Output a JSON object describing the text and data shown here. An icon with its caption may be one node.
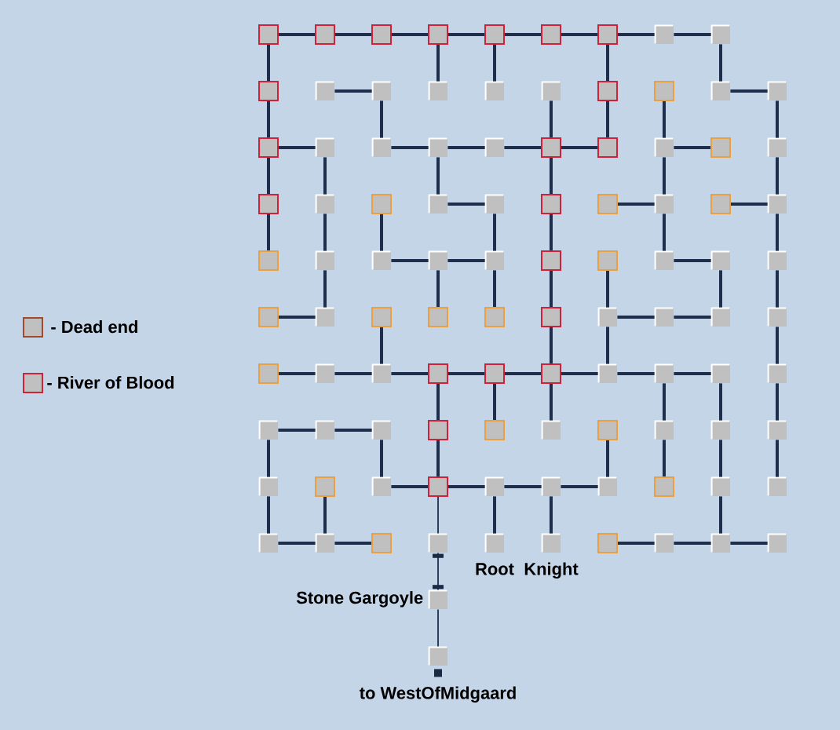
{
  "diagram": {
    "nodes": [
      {
        "text": [],
        "shape": "box"
      },
      {
        "text": [],
        "shape": "box"
      },
      {
        "text": [],
        "shape": "box"
      },
      {
        "text": [],
        "shape": "box"
      },
      {
        "text": [],
        "shape": "box"
      },
      {
        "text": [],
        "shape": "box"
      },
      {
        "text": [],
        "shape": "box"
      },
      {
        "text": [],
        "shape": "box"
      },
      {
        "text": [],
        "shape": "box"
      },
      {
        "text": [],
        "shape": "box"
      },
      {
        "text": [],
        "shape": "box"
      },
      {
        "text": [],
        "shape": "box"
      },
      {
        "text": [],
        "shape": "box"
      },
      {
        "text": [],
        "shape": "box"
      },
      {
        "text": [],
        "shape": "box"
      },
      {
        "text": [],
        "shape": "box"
      },
      {
        "text": [],
        "shape": "box"
      },
      {
        "text": [],
        "shape": "box"
      },
      {
        "text": [],
        "shape": "box"
      },
      {
        "text": [],
        "shape": "box"
      },
      {
        "text": [],
        "shape": "box"
      },
      {
        "text": [],
        "shape": "box"
      },
      {
        "text": [],
        "shape": "box"
      },
      {
        "text": [],
        "shape": "box"
      },
      {
        "text": [],
        "shape": "box"
      },
      {
        "text": [],
        "shape": "box"
      },
      {
        "text": [],
        "shape": "box"
      },
      {
        "text": [],
        "shape": "box"
      },
      {
        "text": [],
        "shape": "box"
      },
      {
        "text": [],
        "shape": "box"
      },
      {
        "text": [],
        "shape": "box"
      },
      {
        "text": [],
        "shape": "box"
      },
      {
        "text": [],
        "shape": "box"
      },
      {
        "text": [],
        "shape": "box"
      },
      {
        "text": [],
        "shape": "box"
      },
      {
        "text": [],
        "shape": "box"
      },
      {
        "text": [],
        "shape": "box"
      },
      {
        "text": [],
        "shape": "box"
      },
      {
        "text": [],
        "shape": "box"
      },
      {
        "text": [],
        "shape": "box"
      },
      {
        "text": [],
        "shape": "box"
      },
      {
        "text": [],
        "shape": "box"
      },
      {
        "text": [],
        "shape": "box"
      },
      {
        "text": [],
        "shape": "box"
      },
      {
        "text": [],
        "shape": "box"
      },
      {
        "text": [],
        "shape": "box"
      },
      {
        "text": [],
        "shape": "box"
      },
      {
        "text": [],
        "shape": "box"
      },
      {
        "text": [],
        "shape": "box"
      },
      {
        "text": [],
        "shape": "box"
      },
      {
        "text": [],
        "shape": "box"
      },
      {
        "text": [],
        "shape": "box"
      },
      {
        "text": [],
        "shape": "box"
      },
      {
        "text": [],
        "shape": "box"
      },
      {
        "text": [],
        "shape": "box"
      },
      {
        "text": [],
        "shape": "box"
      },
      {
        "text": [],
        "shape": "box"
      },
      {
        "text": [],
        "shape": "box"
      },
      {
        "text": [],
        "shape": "box"
      },
      {
        "text": [],
        "shape": "box"
      },
      {
        "text": [],
        "shape": "box"
      },
      {
        "text": [],
        "shape": "box"
      },
      {
        "text": [],
        "shape": "box"
      },
      {
        "text": [],
        "shape": "box"
      },
      {
        "text": [],
        "shape": "box"
      },
      {
        "text": [],
        "shape": "box"
      },
      {
        "text": [],
        "shape": "box"
      },
      {
        "text": [],
        "shape": "box"
      },
      {
        "text": [],
        "shape": "box"
      },
      {
        "text": [],
        "shape": "box"
      },
      {
        "text": [],
        "shape": "box"
      },
      {
        "text": [],
        "shape": "box"
      },
      {
        "text": [],
        "shape": "box"
      },
      {
        "text": [],
        "shape": "box"
      },
      {
        "text": [],
        "shape": "box"
      },
      {
        "text": [],
        "shape": "box"
      },
      {
        "text": [],
        "shape": "box"
      },
      {
        "text": [],
        "shape": "box"
      },
      {
        "text": [],
        "shape": "box"
      },
      {
        "text": [],
        "shape": "box"
      },
      {
        "text": [],
        "shape": "box"
      },
      {
        "text": [],
        "shape": "box"
      },
      {
        "text": [],
        "shape": "box"
      },
      {
        "text": [],
        "shape": "box"
      },
      {
        "text": [],
        "shape": "box"
      },
      {
        "text": [],
        "shape": "box"
      },
      {
        "text": [],
        "shape": "box"
      },
      {
        "text": [],
        "shape": "box"
      },
      {
        "text": [],
        "shape": "box"
      },
      {
        "text": [],
        "shape": "box"
      },
      {
        "text": [],
        "shape": "box"
      },
      {
        "text": [],
        "shape": "box"
      },
      {
        "text": [],
        "shape": "box"
      },
      {
        "text": [],
        "shape": "box",
        "beside": [
          "Root"
        ]
      },
      {
        "text": [],
        "shape": "box",
        "beside": [
          "Knight"
        ]
      },
      {
        "text": [],
        "shape": "box"
      },
      {
        "text": [],
        "shape": "box"
      },
      {
        "text": [],
        "shape": "box"
      },
      {
        "text": [],
        "shape": "box"
      },
      {
        "text": [],
        "shape": "box",
        "beside": [
          "Stone Gargoyle"
        ]
      },
      {
        "text": [],
        "shape": "box",
        "beside": [
          "to WestOfMidgaard"
        ]
      }
    ],
    "edges": [
      {
        "from": 0,
        "to": 1,
        "arrow": "none"
      },
      {
        "from": 1,
        "to": 2,
        "arrow": "none"
      },
      {
        "from": 2,
        "to": 3,
        "arrow": "none"
      },
      {
        "from": 3,
        "to": 4,
        "arrow": "none"
      },
      {
        "from": 4,
        "to": 5,
        "arrow": "none"
      },
      {
        "from": 5,
        "to": 6,
        "arrow": "none"
      },
      {
        "from": 6,
        "to": 7,
        "arrow": "none"
      },
      {
        "from": 7,
        "to": 8,
        "arrow": "none"
      },
      {
        "from": 0,
        "to": 9,
        "arrow": "none"
      },
      {
        "from": 3,
        "to": 12,
        "arrow": "none"
      },
      {
        "from": 4,
        "to": 13,
        "arrow": "none"
      },
      {
        "from": 6,
        "to": 15,
        "arrow": "none"
      },
      {
        "from": 8,
        "to": 17,
        "arrow": "none"
      },
      {
        "from": 10,
        "to": 11,
        "arrow": "none"
      },
      {
        "from": 17,
        "to": 18,
        "arrow": "none"
      },
      {
        "from": 9,
        "to": 19,
        "arrow": "none"
      },
      {
        "from": 11,
        "to": 21,
        "arrow": "none"
      },
      {
        "from": 14,
        "to": 24,
        "arrow": "none"
      },
      {
        "from": 15,
        "to": 25,
        "arrow": "none"
      },
      {
        "from": 16,
        "to": 26,
        "arrow": "none"
      },
      {
        "from": 18,
        "to": 28,
        "arrow": "none"
      },
      {
        "from": 19,
        "to": 20,
        "arrow": "none"
      },
      {
        "from": 21,
        "to": 22,
        "arrow": "none"
      },
      {
        "from": 22,
        "to": 23,
        "arrow": "none"
      },
      {
        "from": 23,
        "to": 24,
        "arrow": "none"
      },
      {
        "from": 24,
        "to": 25,
        "arrow": "none"
      },
      {
        "from": 26,
        "to": 27,
        "arrow": "none"
      },
      {
        "from": 19,
        "to": 29,
        "arrow": "none"
      },
      {
        "from": 20,
        "to": 30,
        "arrow": "none"
      },
      {
        "from": 22,
        "to": 32,
        "arrow": "none"
      },
      {
        "from": 24,
        "to": 34,
        "arrow": "none"
      },
      {
        "from": 26,
        "to": 36,
        "arrow": "none"
      },
      {
        "from": 28,
        "to": 38,
        "arrow": "none"
      },
      {
        "from": 32,
        "to": 33,
        "arrow": "none"
      },
      {
        "from": 35,
        "to": 36,
        "arrow": "none"
      },
      {
        "from": 37,
        "to": 38,
        "arrow": "none"
      },
      {
        "from": 29,
        "to": 39,
        "arrow": "none"
      },
      {
        "from": 30,
        "to": 40,
        "arrow": "none"
      },
      {
        "from": 31,
        "to": 41,
        "arrow": "none"
      },
      {
        "from": 33,
        "to": 43,
        "arrow": "none"
      },
      {
        "from": 34,
        "to": 44,
        "arrow": "none"
      },
      {
        "from": 36,
        "to": 46,
        "arrow": "none"
      },
      {
        "from": 38,
        "to": 48,
        "arrow": "none"
      },
      {
        "from": 41,
        "to": 42,
        "arrow": "none"
      },
      {
        "from": 42,
        "to": 43,
        "arrow": "none"
      },
      {
        "from": 46,
        "to": 47,
        "arrow": "none"
      },
      {
        "from": 40,
        "to": 50,
        "arrow": "none"
      },
      {
        "from": 42,
        "to": 52,
        "arrow": "none"
      },
      {
        "from": 43,
        "to": 53,
        "arrow": "none"
      },
      {
        "from": 44,
        "to": 54,
        "arrow": "none"
      },
      {
        "from": 45,
        "to": 55,
        "arrow": "none"
      },
      {
        "from": 47,
        "to": 57,
        "arrow": "none"
      },
      {
        "from": 48,
        "to": 58,
        "arrow": "none"
      },
      {
        "from": 49,
        "to": 50,
        "arrow": "none"
      },
      {
        "from": 55,
        "to": 56,
        "arrow": "none"
      },
      {
        "from": 56,
        "to": 57,
        "arrow": "none"
      },
      {
        "from": 51,
        "to": 61,
        "arrow": "none"
      },
      {
        "from": 54,
        "to": 64,
        "arrow": "none"
      },
      {
        "from": 55,
        "to": 65,
        "arrow": "none"
      },
      {
        "from": 58,
        "to": 68,
        "arrow": "none"
      },
      {
        "from": 59,
        "to": 60,
        "arrow": "none"
      },
      {
        "from": 60,
        "to": 61,
        "arrow": "none"
      },
      {
        "from": 61,
        "to": 62,
        "arrow": "none"
      },
      {
        "from": 62,
        "to": 63,
        "arrow": "none"
      },
      {
        "from": 63,
        "to": 64,
        "arrow": "none"
      },
      {
        "from": 64,
        "to": 65,
        "arrow": "none"
      },
      {
        "from": 65,
        "to": 66,
        "arrow": "none"
      },
      {
        "from": 66,
        "to": 67,
        "arrow": "none"
      },
      {
        "from": 62,
        "to": 72,
        "arrow": "none"
      },
      {
        "from": 63,
        "to": 73,
        "arrow": "none"
      },
      {
        "from": 64,
        "to": 74,
        "arrow": "none"
      },
      {
        "from": 66,
        "to": 76,
        "arrow": "none"
      },
      {
        "from": 67,
        "to": 77,
        "arrow": "none"
      },
      {
        "from": 68,
        "to": 78,
        "arrow": "none"
      },
      {
        "from": 69,
        "to": 70,
        "arrow": "none"
      },
      {
        "from": 70,
        "to": 71,
        "arrow": "none"
      },
      {
        "from": 69,
        "to": 79,
        "arrow": "none"
      },
      {
        "from": 71,
        "to": 81,
        "arrow": "none"
      },
      {
        "from": 72,
        "to": 82,
        "arrow": "none"
      },
      {
        "from": 75,
        "to": 85,
        "arrow": "none"
      },
      {
        "from": 76,
        "to": 86,
        "arrow": "none"
      },
      {
        "from": 77,
        "to": 87,
        "arrow": "none"
      },
      {
        "from": 78,
        "to": 88,
        "arrow": "none"
      },
      {
        "from": 81,
        "to": 82,
        "arrow": "none"
      },
      {
        "from": 82,
        "to": 83,
        "arrow": "none"
      },
      {
        "from": 83,
        "to": 84,
        "arrow": "none"
      },
      {
        "from": 84,
        "to": 85,
        "arrow": "none"
      },
      {
        "from": 79,
        "to": 89,
        "arrow": "none"
      },
      {
        "from": 80,
        "to": 90,
        "arrow": "none"
      },
      {
        "from": 83,
        "to": 93,
        "arrow": "none"
      },
      {
        "from": 84,
        "to": 94,
        "arrow": "none"
      },
      {
        "from": 87,
        "to": 97,
        "arrow": "none"
      },
      {
        "from": 89,
        "to": 90,
        "arrow": "none"
      },
      {
        "from": 90,
        "to": 91,
        "arrow": "none"
      },
      {
        "from": 95,
        "to": 96,
        "arrow": "none"
      },
      {
        "from": 96,
        "to": 97,
        "arrow": "none"
      },
      {
        "from": 97,
        "to": 98,
        "arrow": "none"
      },
      {
        "from": 82,
        "to": 92,
        "arrow": "none"
      },
      {
        "from": 92,
        "to": 99,
        "arrow": "none"
      },
      {
        "from": 99,
        "to": 100,
        "arrow": "none"
      }
    ],
    "legend": [
      {
        "text": "- Dead end",
        "color": "#a04a2a"
      },
      {
        "text": "- River of Blood",
        "color": "#d0203a"
      }
    ]
  }
}
